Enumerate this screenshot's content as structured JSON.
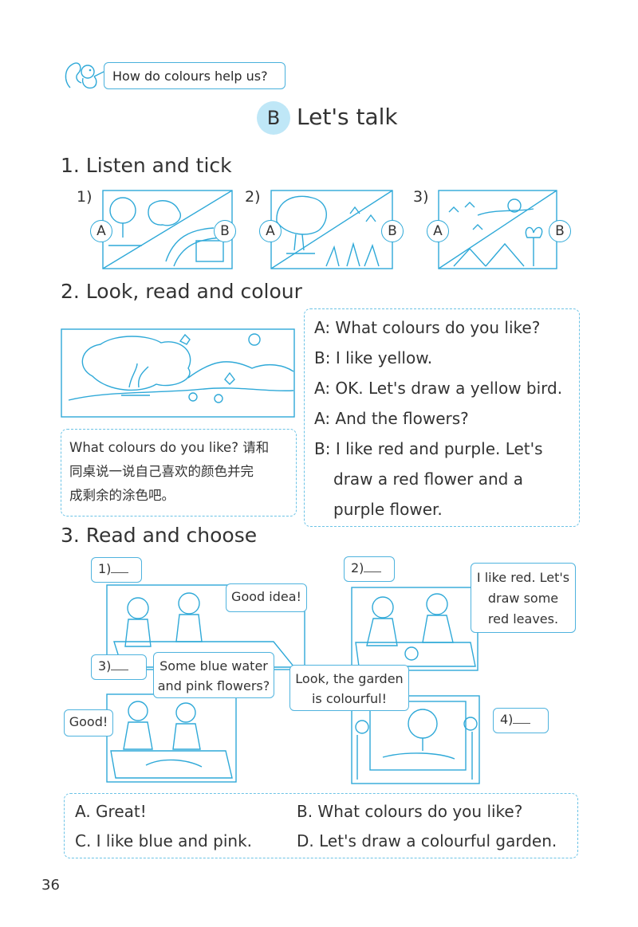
{
  "header": {
    "topic": "How do colours help us?",
    "section_letter": "B",
    "section_title": "Let's talk"
  },
  "ex1": {
    "title": "1. Listen and tick",
    "items": [
      {
        "num": "1)",
        "a": "A",
        "b": "B"
      },
      {
        "num": "2)",
        "a": "A",
        "b": "B"
      },
      {
        "num": "3)",
        "a": "A",
        "b": "B"
      }
    ]
  },
  "ex2": {
    "title": "2. Look, read and colour",
    "tip_lines": [
      "What colours do you like? 请和",
      "同桌说一说自己喜欢的颜色并完",
      "成剩余的涂色吧。"
    ],
    "dialogue": [
      "A: What colours do you like?",
      "B: I like yellow.",
      "A: OK. Let's draw a yellow bird.",
      "A: And the flowers?",
      "B: I like red and purple. Let's",
      "draw a red flower and a",
      "purple flower."
    ]
  },
  "ex3": {
    "title": "3. Read and choose",
    "blanks": [
      "1)",
      "2)",
      "3)",
      "4)"
    ],
    "bubbles": {
      "good_idea": "Good idea!",
      "i_like_red": [
        "I like red. Let's",
        "draw some",
        "red leaves."
      ],
      "some_blue": [
        "Some blue water",
        "and pink flowers?"
      ],
      "look_garden": [
        "Look, the garden",
        "is colourful!"
      ],
      "good": "Good!"
    },
    "options": [
      "A. Great!",
      "B. What colours do you like?",
      "C. I like blue and pink.",
      "D. Let's draw a colourful garden."
    ]
  },
  "footer": {
    "page_number": "36"
  }
}
